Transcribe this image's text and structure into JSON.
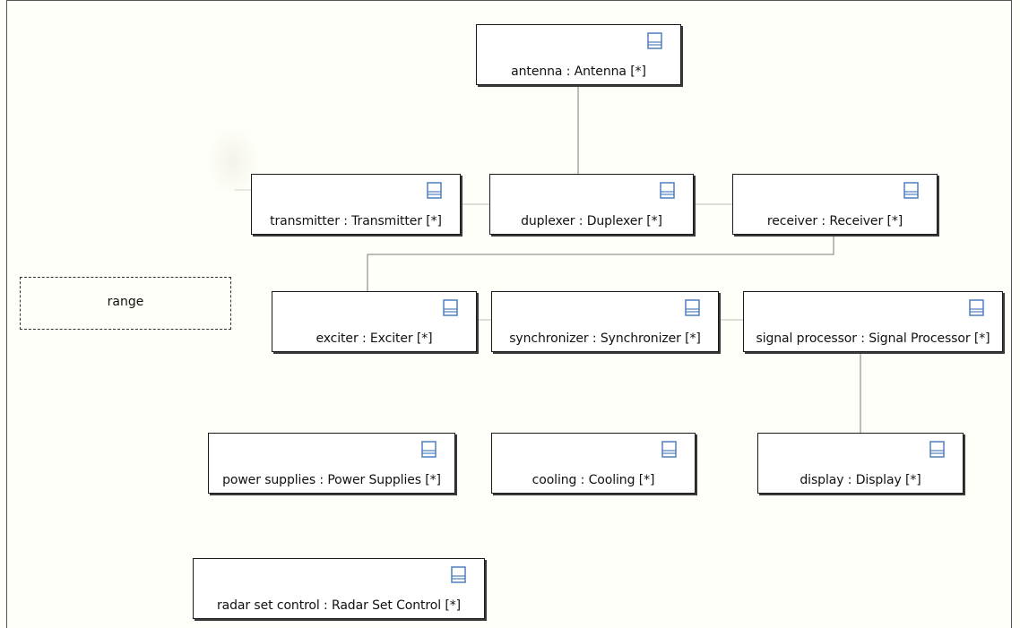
{
  "diagram": {
    "parts": [
      {
        "id": "antenna",
        "label": "antenna : Antenna [*]"
      },
      {
        "id": "transmitter",
        "label": "transmitter : Transmitter [*]"
      },
      {
        "id": "duplexer",
        "label": "duplexer : Duplexer [*]"
      },
      {
        "id": "receiver",
        "label": "receiver : Receiver [*]"
      },
      {
        "id": "exciter",
        "label": "exciter : Exciter [*]"
      },
      {
        "id": "synchronizer",
        "label": "synchronizer : Synchronizer [*]"
      },
      {
        "id": "signal-processor",
        "label": "signal processor : Signal Processor [*]"
      },
      {
        "id": "power-supplies",
        "label": "power supplies : Power Supplies [*]"
      },
      {
        "id": "cooling",
        "label": "cooling : Cooling [*]"
      },
      {
        "id": "display",
        "label": "display : Display [*]"
      },
      {
        "id": "radar-set-control",
        "label": "radar set control : Radar Set Control [*]"
      }
    ],
    "annotation": {
      "label": "range"
    },
    "connections": [
      [
        "antenna",
        "duplexer"
      ],
      [
        "transmitter",
        "duplexer"
      ],
      [
        "duplexer",
        "receiver"
      ],
      [
        "receiver",
        "exciter"
      ],
      [
        "exciter",
        "synchronizer"
      ],
      [
        "synchronizer",
        "signal-processor"
      ],
      [
        "signal-processor",
        "display"
      ]
    ],
    "colors": {
      "part_icon": "#4f7fbf",
      "connector": "#7a7a7a",
      "background": "#fffff9"
    },
    "icon": "part-icon"
  }
}
